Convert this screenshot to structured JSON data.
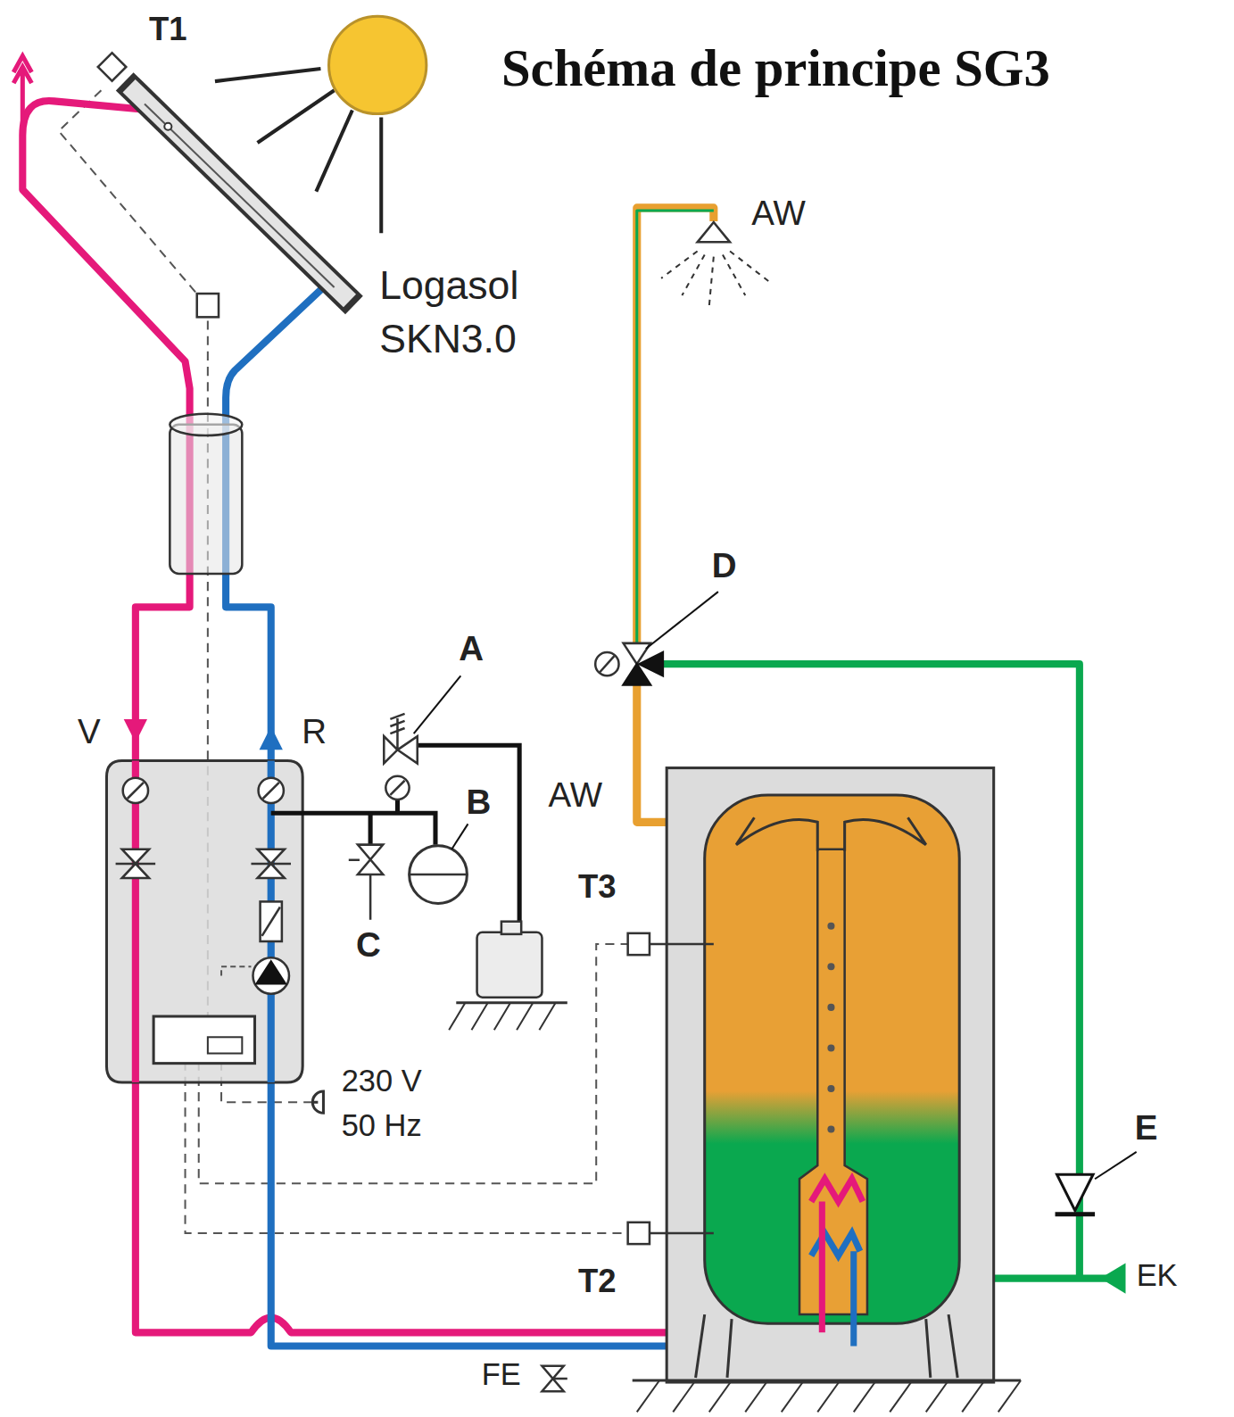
{
  "diagram": {
    "title": "Schéma de principe SG3",
    "labels": [
      "T1",
      "AW",
      "Logasol SKN3.0",
      "D",
      "A",
      "V",
      "R",
      "B",
      "AW",
      "T3",
      "C",
      "230 V 50 Hz",
      "E",
      "EK",
      "T2",
      "FE"
    ]
  }
}
